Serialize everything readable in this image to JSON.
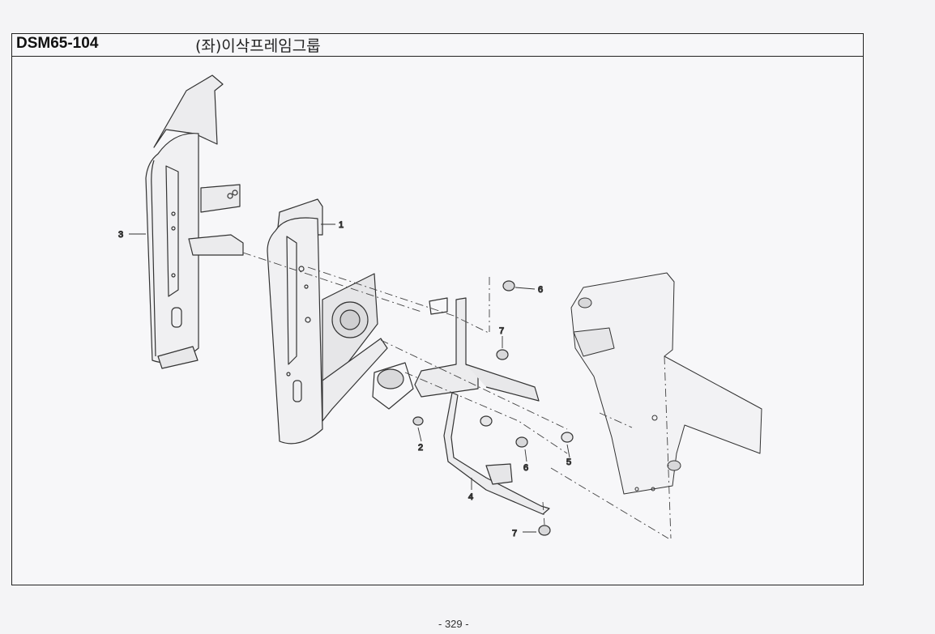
{
  "header": {
    "code": "DSM65-104",
    "title": "(좌)이삭프레임그룹"
  },
  "callouts": [
    {
      "id": "c1",
      "label": "1"
    },
    {
      "id": "c2",
      "label": "2"
    },
    {
      "id": "c3",
      "label": "3"
    },
    {
      "id": "c4",
      "label": "4"
    },
    {
      "id": "c5",
      "label": "5"
    },
    {
      "id": "c6a",
      "label": "6"
    },
    {
      "id": "c6b",
      "label": "6"
    },
    {
      "id": "c7a",
      "label": "7"
    },
    {
      "id": "c7b",
      "label": "7"
    }
  ],
  "footer": {
    "page": "- 329 -"
  }
}
